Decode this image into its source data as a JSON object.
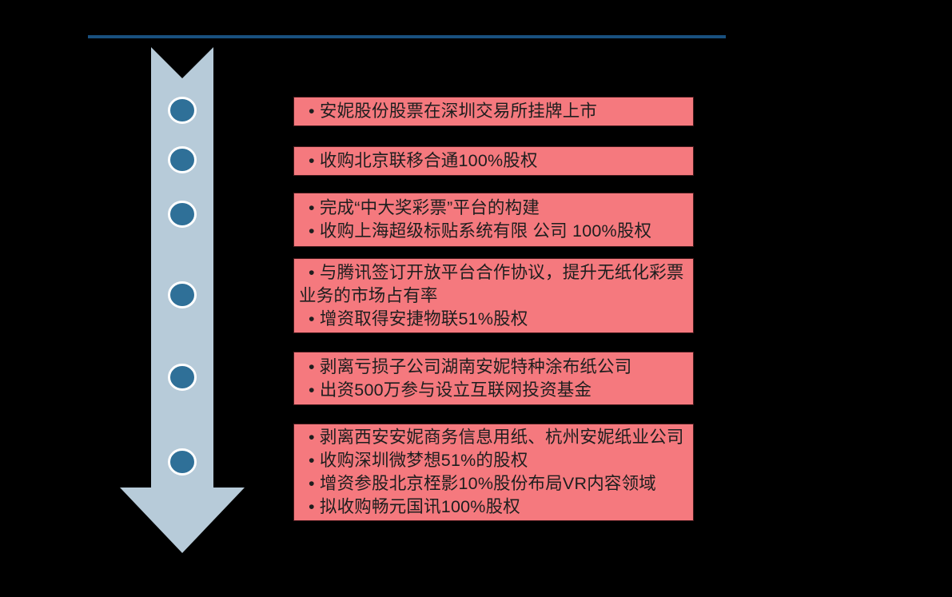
{
  "diagram": {
    "kind": "vertical-timeline",
    "bullet": "•",
    "colors": {
      "background": "#000000",
      "top_rule": "#19507f",
      "arrow_fill": "#b7cbd9",
      "node_fill": "#2f7098",
      "node_ring": "#ffffff",
      "box_fill": "#f5797e",
      "box_border": "#46191c",
      "box_text": "#1e1e1e"
    },
    "icons": [
      {
        "name": "down-arrow-shape",
        "description": "light blue downward block arrow with notched top"
      },
      {
        "name": "timeline-node",
        "description": "dark blue circle with white ring"
      }
    ],
    "milestones": [
      {
        "lines": [
          "安妮股份股票在深圳交易所挂牌上市"
        ]
      },
      {
        "lines": [
          " 收购北京联移合通100%股权"
        ]
      },
      {
        "lines": [
          "完成“中大奖彩票”平台的构建",
          "收购上海超级标贴系统有限 公司 100%股权"
        ]
      },
      {
        "lines": [
          " 与腾讯签订开放平台合作协议，提升无纸化彩票业务的市场占有率",
          "增资取得安捷物联51%股权"
        ]
      },
      {
        "lines": [
          "剥离亏损子公司湖南安妮特种涂布纸公司",
          "出资500万参与设立互联网投资基金"
        ]
      },
      {
        "lines": [
          "剥离西安安妮商务信息用纸、杭州安妮纸业公司",
          "收购深圳微梦想51%的股权",
          "增资参股北京桎影10%股份布局VR内容领域",
          "拟收购畅元国讯100%股权"
        ]
      }
    ]
  }
}
